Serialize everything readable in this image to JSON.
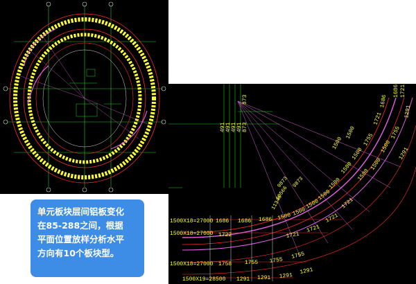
{
  "callout": {
    "lines": [
      "单元板块层间铝板变化",
      "在85-288之间，根据",
      "平面位置放样分析水平",
      "方向有10个板块型。"
    ]
  },
  "detail": {
    "row_labels": [
      "1500X18=27000",
      "1500X18=27000",
      "1500X18=27000",
      "1500X19=28500"
    ],
    "top_dims": [
      "491",
      "491",
      "491",
      "491",
      "873",
      "873"
    ],
    "diag_dims": [
      "9873",
      "10566",
      "11346",
      "9873"
    ],
    "row1": [
      "1686",
      "1686",
      "1686",
      "1500",
      "1500",
      "1500",
      "1500",
      "1500"
    ],
    "row2": [
      "1722",
      "1721",
      "1721",
      "1721",
      "1721"
    ],
    "row3": [
      "1758",
      "1755",
      "1755",
      "1755"
    ],
    "row4": [
      "1291",
      "1291",
      "1291",
      "1291"
    ],
    "arc_outer": [
      "1686",
      "1721",
      "1755",
      "1291"
    ],
    "arc_mid": [
      "1686",
      "1721",
      "1755",
      "1291"
    ],
    "arc_inner": [
      "1500",
      "1500",
      "1500",
      "1500",
      "1500",
      "1500",
      "1500"
    ]
  },
  "colors": {
    "background": "#000000",
    "grid_green": "#1fcf2a",
    "dim_yellow": "#ffff33",
    "axis_red": "#ff2a2a",
    "arc_magenta": "#e060e0",
    "callout_blue": "#3d8ce6"
  }
}
